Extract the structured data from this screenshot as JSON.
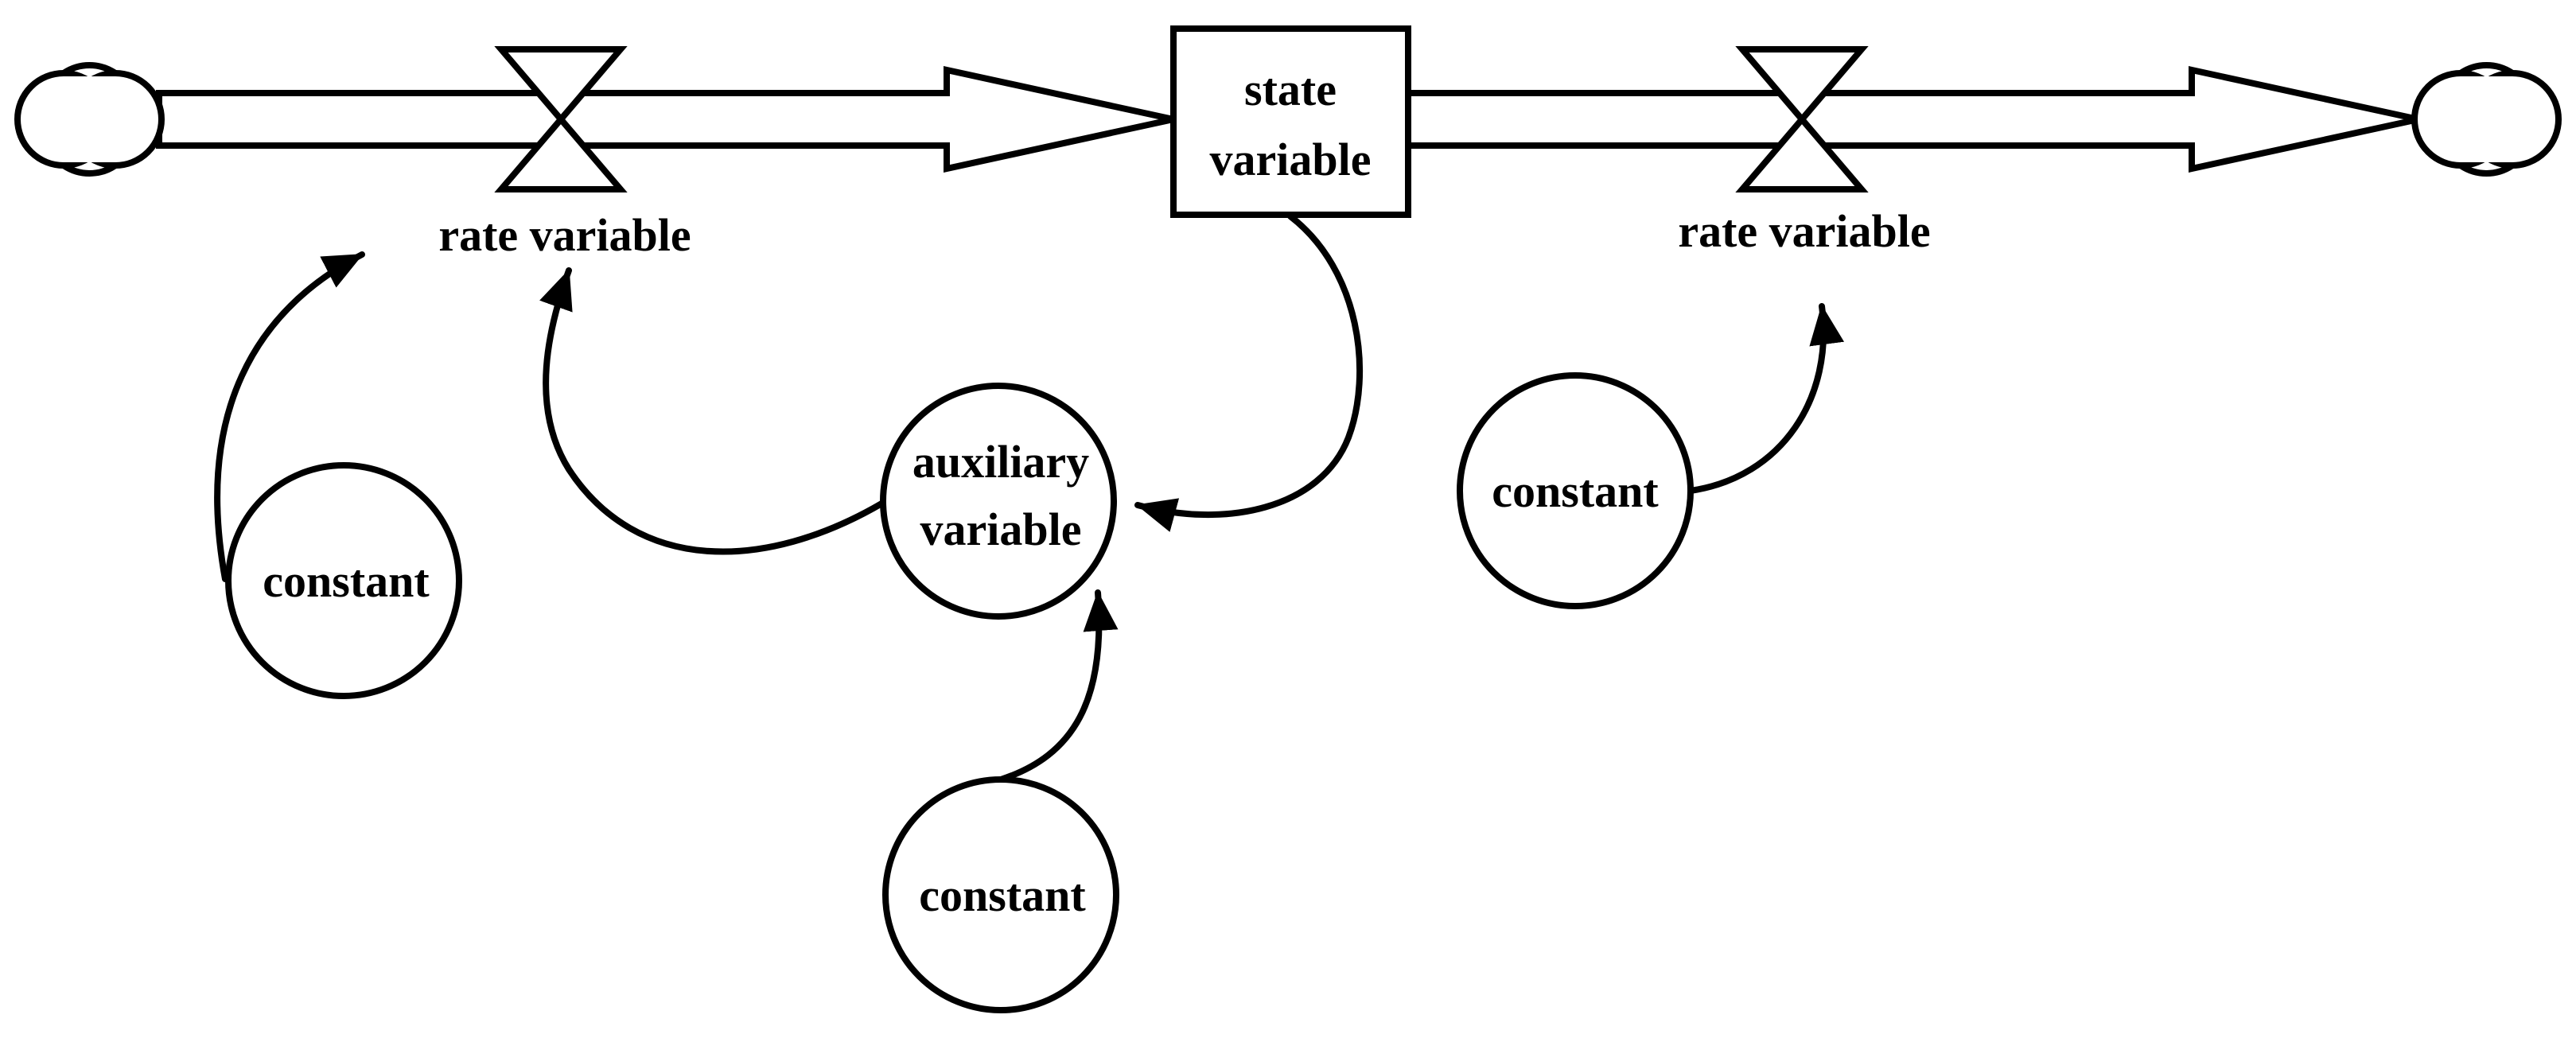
{
  "colors": {
    "line": "#000000",
    "background": "#ffffff"
  },
  "icons": {
    "source": "cloud-source-icon",
    "sink": "cloud-sink-icon",
    "valve": "valve-icon"
  },
  "nodes": {
    "state_variable": {
      "line1": "state",
      "line2": "variable"
    },
    "rate_left": {
      "label": "rate variable"
    },
    "rate_right": {
      "label": "rate variable"
    },
    "auxiliary": {
      "line1": "auxiliary",
      "line2": "variable"
    },
    "constant_left": {
      "label": "constant"
    },
    "constant_bottom": {
      "label": "constant"
    },
    "constant_right": {
      "label": "constant"
    }
  }
}
